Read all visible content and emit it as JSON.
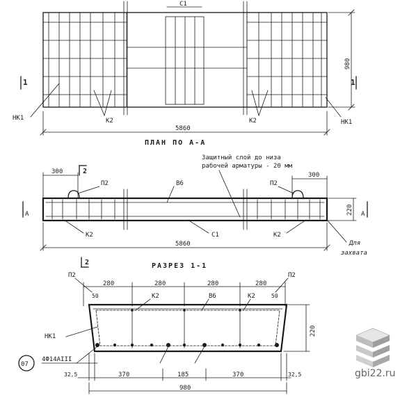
{
  "plan": {
    "top_label": "С1",
    "section_marks": [
      "1",
      "1"
    ],
    "mesh_labels": [
      "НК1",
      "К2",
      "К2",
      "НК1"
    ],
    "dim_length": "5860",
    "dim_width": "980",
    "title": "ПЛАН ПО А-А"
  },
  "elevation": {
    "note_line1": "Защитный слой до низа",
    "note_line2": "рабочей арматуры - 20 мм",
    "dim_left": "300",
    "dim_right": "300",
    "section_mark": "2",
    "loop_left": "П2",
    "loop_right": "П2",
    "bar_top": "В6",
    "mesh_left": "К2",
    "mesh_right": "К2",
    "bar_bottom": "С1",
    "end_marks": [
      "А",
      "А"
    ],
    "dim_height": "220",
    "dim_length": "5860",
    "lift_note_1": "Для",
    "lift_note_2": "захвата",
    "title": "РАЗРЕЗ 1-1"
  },
  "section": {
    "mark": "2",
    "loop_left": "П2",
    "loop_right": "П2",
    "dims_top": [
      "280",
      "280",
      "280",
      "280"
    ],
    "cover_left": "50",
    "cover_right": "50",
    "mesh_labels": [
      "К2",
      "К2"
    ],
    "bar_label": "В6",
    "height": "220",
    "mesh_edge": "НК1",
    "rebar": "4Ф14АIII",
    "position": "07",
    "dims_bottom": [
      "32,5",
      "370",
      "185",
      "370",
      "32,5"
    ],
    "total": "980"
  },
  "watermark": {
    "text": "gbi22.ru",
    "logo": "stacked-slabs-logo"
  }
}
